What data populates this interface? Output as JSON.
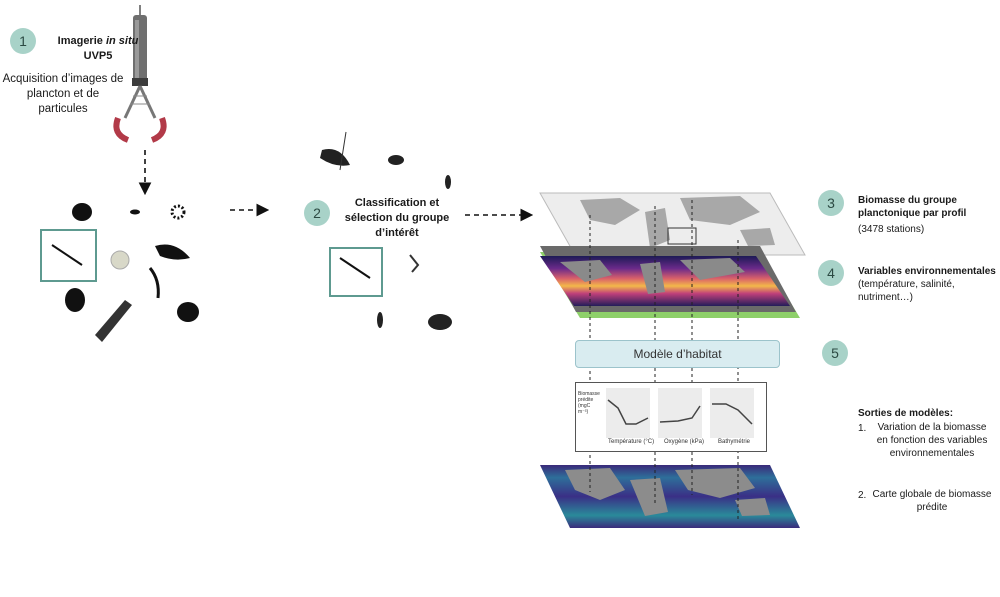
{
  "step1": {
    "number": "1",
    "title_prefix": "Imagerie ",
    "title_italic": "in situ",
    "subtitle": "UVP5",
    "description": "Acquisition d’images de plancton et de particules"
  },
  "step2": {
    "number": "2",
    "title": "Classification et sélection du groupe d’intérêt"
  },
  "step3": {
    "number": "3",
    "title": "Biomasse du groupe planctonique par profil",
    "detail": "(3478 stations)"
  },
  "step4": {
    "number": "4",
    "title": "Variables environnementales",
    "detail": "(température, salinité, nutriment…)"
  },
  "step5": {
    "number": "5",
    "box_label": "Modèle d’habitat"
  },
  "curves": {
    "ylabel": "Biomasse prédite (mgC m⁻³)",
    "panels": [
      "Température (°C)",
      "Oxygène (kPa)",
      "Bathymétrie"
    ]
  },
  "outputs": {
    "title": "Sorties de modèles:",
    "items": [
      {
        "num": "1.",
        "text": "Variation de la biomasse en fonction des variables environnementales"
      },
      {
        "num": "2.",
        "text": "Carte globale de biomasse prédite"
      }
    ]
  },
  "colors": {
    "badge": "#a8d2c8",
    "highlight_frame": "#5e9a90",
    "model_box": "#d9ecf0",
    "land": "#8c8c8c",
    "ocean_dark": "#2c2060"
  }
}
